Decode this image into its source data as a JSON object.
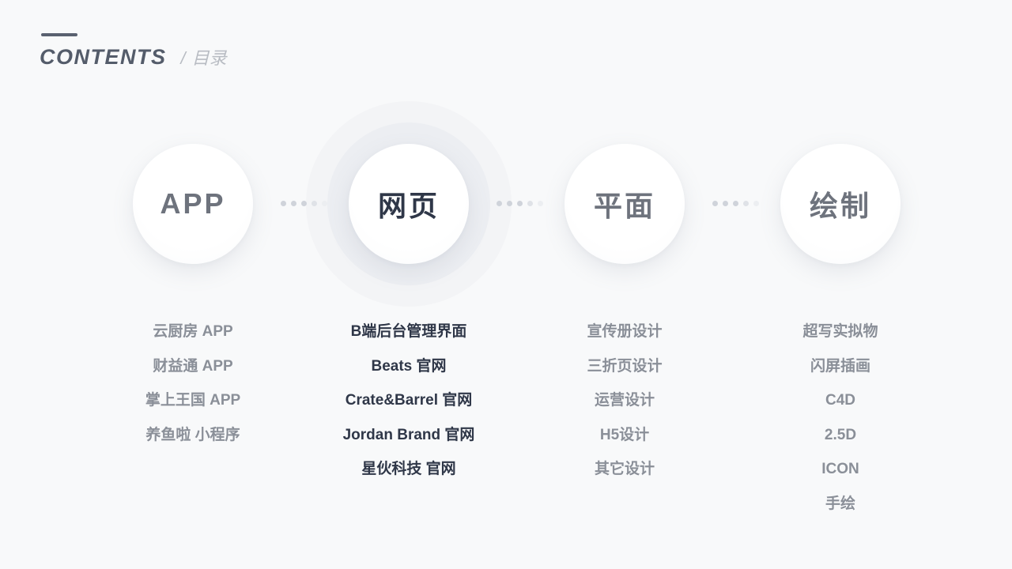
{
  "header": {
    "title_en": "CONTENTS",
    "separator": "/",
    "title_cn": "目录"
  },
  "nodes": [
    {
      "label": "APP",
      "active": false
    },
    {
      "label": "网页",
      "active": true
    },
    {
      "label": "平面",
      "active": false
    },
    {
      "label": "绘制",
      "active": false
    }
  ],
  "columns": [
    {
      "items": [
        "云厨房 APP",
        "财益通 APP",
        "掌上王国 APP",
        "养鱼啦 小程序"
      ]
    },
    {
      "items": [
        "B端后台管理界面",
        "Beats 官网",
        "Crate&Barrel 官网",
        "Jordan Brand 官网",
        "星伙科技 官网"
      ]
    },
    {
      "items": [
        "宣传册设计",
        "三折页设计",
        "运营设计",
        "H5设计",
        "其它设计"
      ]
    },
    {
      "items": [
        "超写实拟物",
        "闪屏插画",
        "C4D",
        "2.5D",
        "ICON",
        "手绘"
      ]
    }
  ],
  "colors": {
    "background": "#f8f9fa",
    "title": "#545c6a",
    "active_text": "#2f3748",
    "inactive_text": "#8a8f98",
    "dot": "#cfd3da"
  }
}
